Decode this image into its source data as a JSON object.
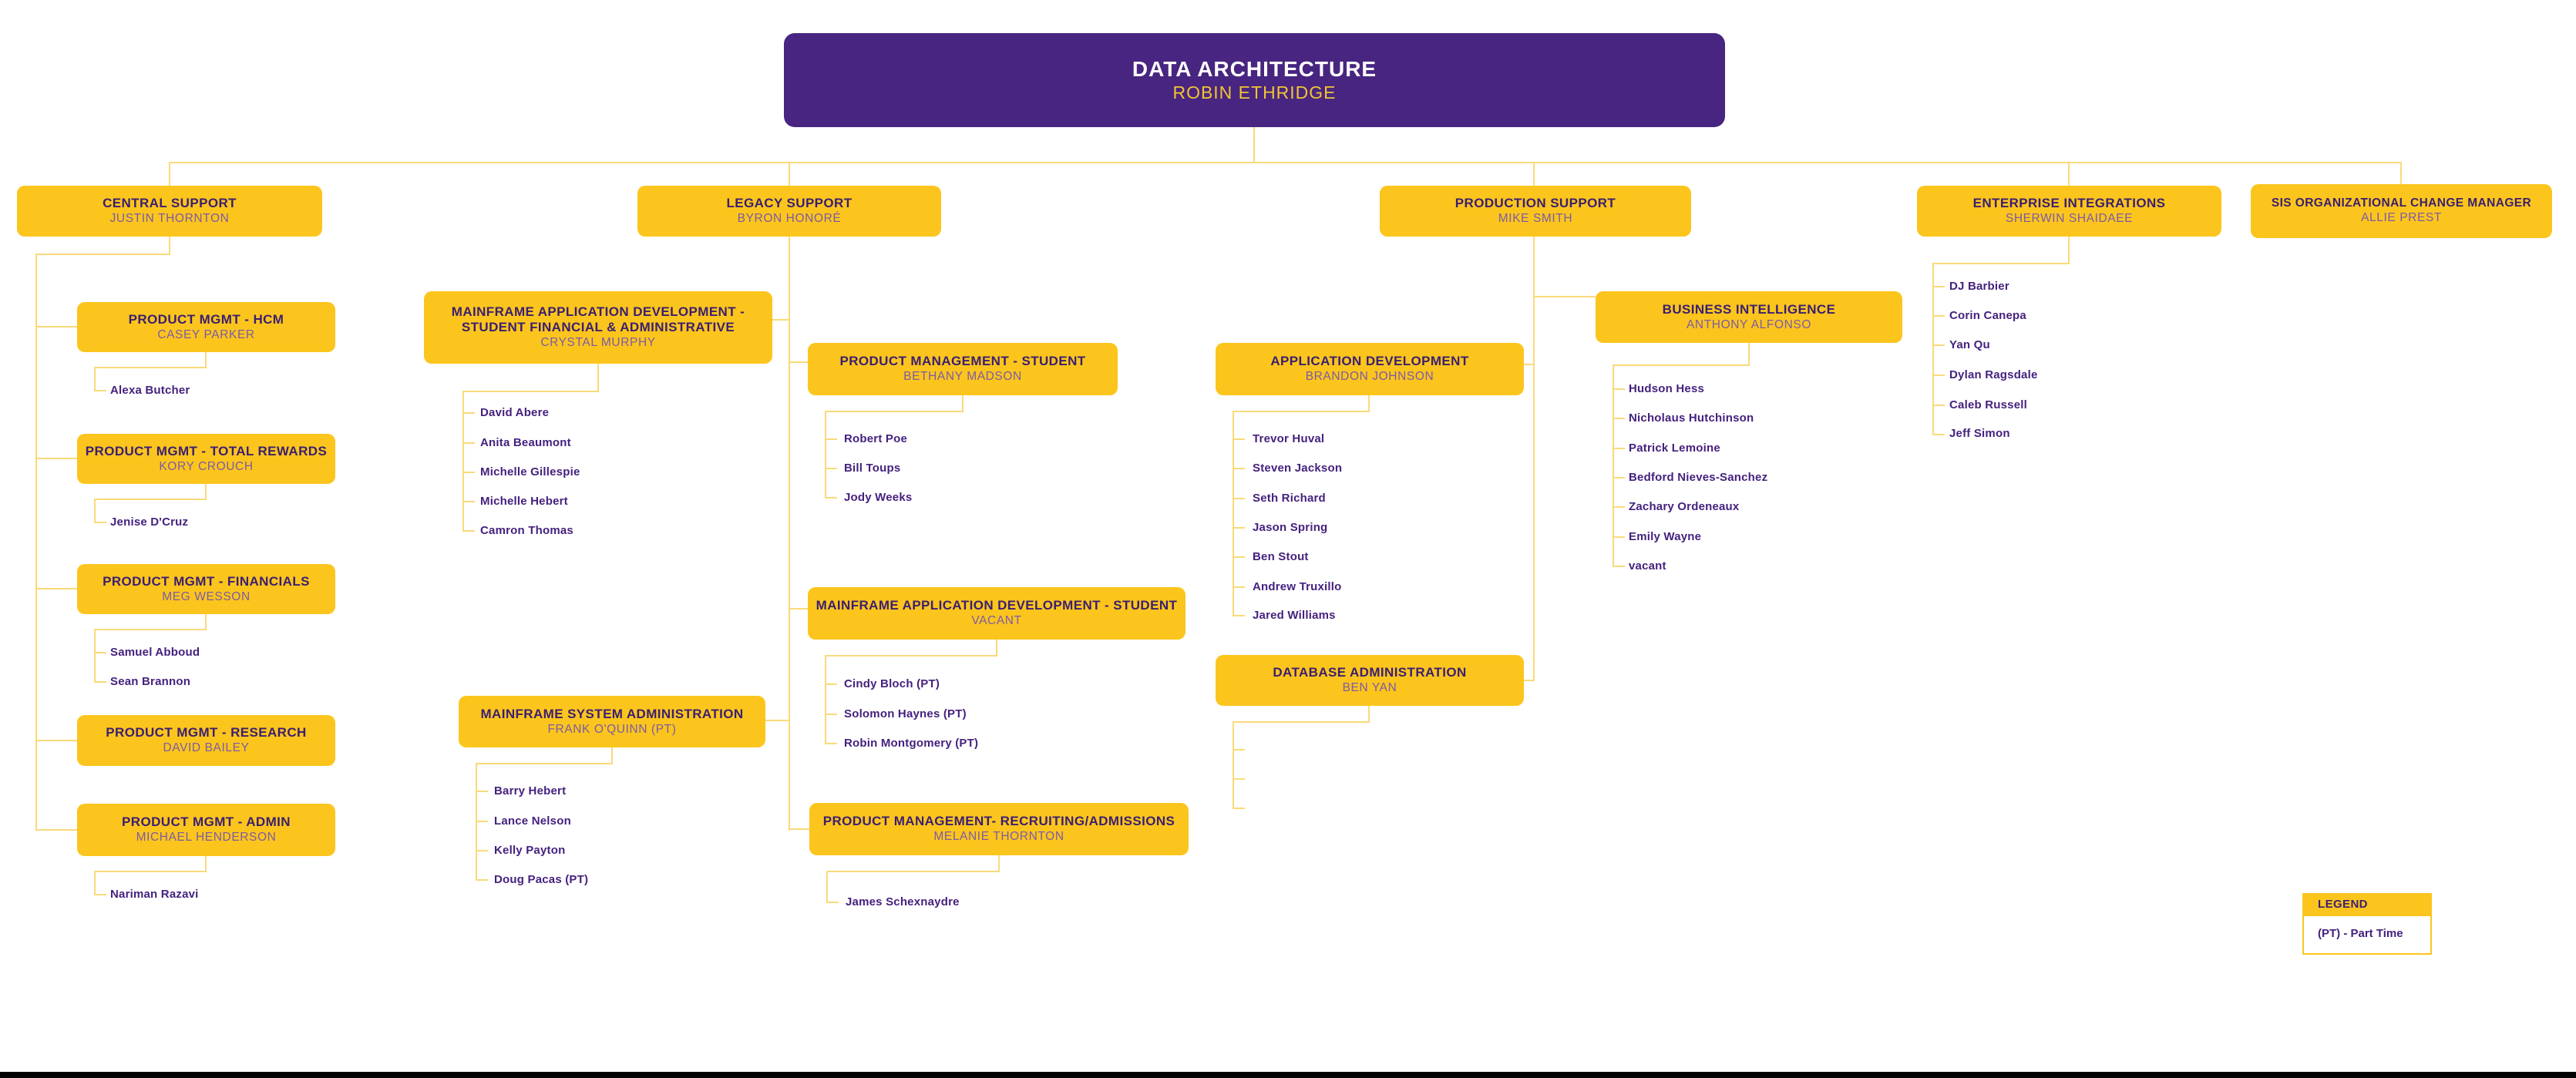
{
  "colors": {
    "header_purple": "#482580",
    "box_yellow": "#fcc51d",
    "line_yellow": "#f9da7a",
    "title_purple": "#3a1f70",
    "name_purple": "#7b5ba6",
    "member_purple": "#45217e"
  },
  "root": {
    "title": "DATA ARCHITECTURE",
    "name": "ROBIN ETHRIDGE"
  },
  "branches": {
    "central": {
      "title": "CENTRAL SUPPORT",
      "name": "JUSTIN THORNTON"
    },
    "legacy": {
      "title": "LEGACY SUPPORT",
      "name": "BYRON HONORÉ"
    },
    "production": {
      "title": "PRODUCTION SUPPORT",
      "name": "MIKE SMITH"
    },
    "enterprise": {
      "title": "ENTERPRISE INTEGRATIONS",
      "name": "SHERWIN SHAIDAEE"
    },
    "sis": {
      "title": "SIS ORGANIZATIONAL CHANGE MANAGER",
      "name": "ALLIE PREST"
    }
  },
  "departments": {
    "hcm": {
      "title": "PRODUCT MGMT - HCM",
      "name": "CASEY PARKER"
    },
    "total_rewards": {
      "title": "PRODUCT MGMT - TOTAL REWARDS",
      "name": "KORY CROUCH"
    },
    "financials": {
      "title": "PRODUCT MGMT - FINANCIALS",
      "name": "MEG WESSON"
    },
    "research": {
      "title": "PRODUCT MGMT - RESEARCH",
      "name": "DAVID BAILEY"
    },
    "admin": {
      "title": "PRODUCT MGMT - ADMIN",
      "name": "MICHAEL HENDERSON"
    },
    "mf_sfa": {
      "title": "MAINFRAME APPLICATION  DEVELOPMENT - STUDENT FINANCIAL & ADMINISTRATIVE",
      "name": "CRYSTAL MURPHY"
    },
    "pm_student": {
      "title": "PRODUCT MANAGEMENT - STUDENT",
      "name": "BETHANY MADSON"
    },
    "mf_student": {
      "title": "MAINFRAME APPLICATION DEVELOPMENT - STUDENT",
      "name": "VACANT"
    },
    "mf_sysadmin": {
      "title": "MAINFRAME SYSTEM ADMINISTRATION",
      "name": "FRANK O'QUINN (PT)"
    },
    "pm_recruiting": {
      "title": "PRODUCT MANAGEMENT- RECRUITING/ADMISSIONS",
      "name": "MELANIE THORNTON"
    },
    "app_dev": {
      "title": "APPLICATION DEVELOPMENT",
      "name": "BRANDON JOHNSON"
    },
    "bi": {
      "title": "BUSINESS INTELLIGENCE",
      "name": "ANTHONY ALFONSO"
    },
    "dba": {
      "title": "DATABASE ADMINISTRATION",
      "name": "BEN YAN"
    }
  },
  "members": {
    "hcm": [
      "Alexa Butcher"
    ],
    "total_rewards": [
      "Jenise D'Cruz"
    ],
    "financials": [
      "Samuel Abboud",
      "Sean Brannon"
    ],
    "admin": [
      "Nariman Razavi"
    ],
    "mf_sfa": [
      "David Abere",
      "Anita Beaumont",
      "Michelle Gillespie",
      "Michelle Hebert",
      "Camron Thomas"
    ],
    "pm_student": [
      "Robert Poe",
      "Bill Toups",
      "Jody Weeks"
    ],
    "mf_student": [
      "Cindy Bloch (PT)",
      "Solomon Haynes (PT)",
      "Robin Montgomery (PT)"
    ],
    "mf_sysadmin": [
      "Barry Hebert",
      "Lance Nelson",
      "Kelly Payton",
      "Doug Pacas (PT)"
    ],
    "pm_recruiting": [
      "James Schexnaydre"
    ],
    "app_dev": [
      "Trevor Huval",
      "Steven Jackson",
      "Seth Richard",
      "Jason Spring",
      "Ben Stout",
      "Andrew Truxillo",
      "Jared Williams"
    ],
    "bi": [
      "Hudson Hess",
      "Nicholaus Hutchinson",
      "Patrick Lemoine",
      "Bedford Nieves-Sanchez",
      "Zachary Ordeneaux",
      "Emily Wayne",
      "vacant"
    ],
    "enterprise": [
      "DJ Barbier",
      "Corin Canepa",
      "Yan Qu",
      "Dylan Ragsdale",
      "Caleb Russell",
      "Jeff Simon"
    ]
  },
  "legend": {
    "title": "LEGEND",
    "entries": [
      "(PT) - Part Time"
    ]
  }
}
